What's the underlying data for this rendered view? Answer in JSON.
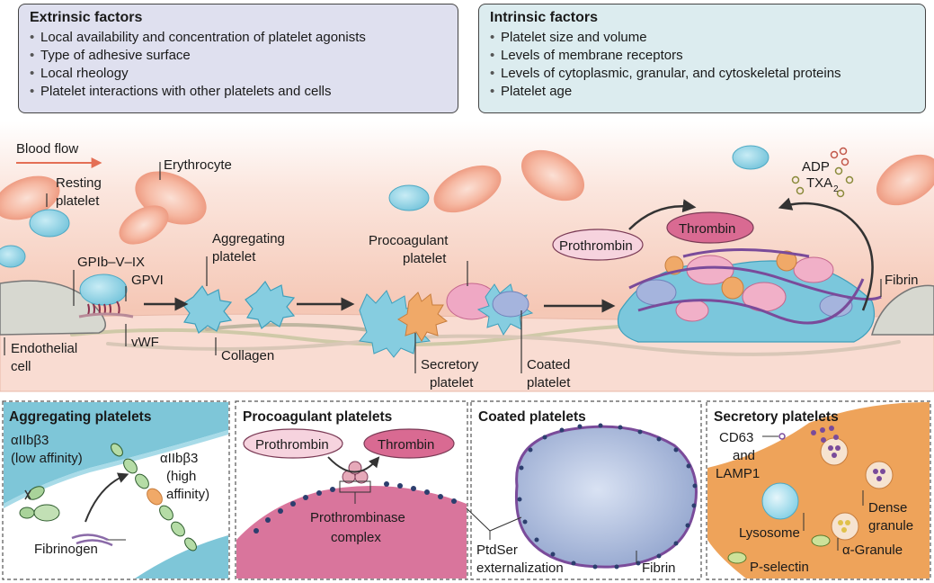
{
  "extrinsic": {
    "title": "Extrinsic factors",
    "items": [
      "Local availability and concentration of platelet agonists",
      "Type of adhesive surface",
      "Local rheology",
      "Platelet interactions with other platelets and cells"
    ]
  },
  "intrinsic": {
    "title": "Intrinsic factors",
    "items": [
      "Platelet size and volume",
      "Levels of membrane receptors",
      "Levels of cytoplasmic, granular, and cytoskeletal proteins",
      "Platelet age"
    ]
  },
  "vessel": {
    "blood_flow": "Blood flow",
    "resting_1": "Resting",
    "resting_2": "platelet",
    "erythrocyte": "Erythrocyte",
    "gpib": "GPIb–V–IX",
    "gpvi": "GPVI",
    "aggregating_1": "Aggregating",
    "aggregating_2": "platelet",
    "procoag_1": "Procoagulant",
    "procoag_2": "platelet",
    "prothrombin": "Prothrombin",
    "thrombin": "Thrombin",
    "adp": "ADP",
    "txa": "TXA",
    "txa_sub": "2",
    "fibrin": "Fibrin",
    "endothelial_1": "Endothelial",
    "endothelial_2": "cell",
    "vwf": "vWF",
    "collagen": "Collagen",
    "secretory_1": "Secretory",
    "secretory_2": "platelet",
    "coated_1": "Coated",
    "coated_2": "platelet"
  },
  "panels": {
    "aggregating": {
      "title": "Aggregating platelets",
      "low_1": "αIIbβ3",
      "low_2": "(low affinity)",
      "high_1": "αIIbβ3",
      "high_2": "(high",
      "high_3": "affinity)",
      "fibrinogen": "Fibrinogen"
    },
    "procoagulant": {
      "title": "Procoagulant platelets",
      "prothrombin": "Prothrombin",
      "thrombin": "Thrombin",
      "complex_1": "Prothrombinase",
      "complex_2": "complex"
    },
    "coated": {
      "title": "Coated platelets",
      "ptdser_1": "PtdSer",
      "ptdser_2": "externalization",
      "fibrin": "Fibrin"
    },
    "secretory": {
      "title": "Secretory platelets",
      "cd63_1": "CD63",
      "cd63_2": "and",
      "cd63_3": "LAMP1",
      "dense_1": "Dense",
      "dense_2": "granule",
      "lysosome": "Lysosome",
      "alpha": "α-Granule",
      "pselectin": "P-selectin"
    }
  },
  "colors": {
    "extrinsic_box": "#dfe0ef",
    "intrinsic_box": "#dcecef",
    "platelet": "#8fd0e3",
    "erythrocyte": "#f1a48d",
    "thrombin": "#d96a92",
    "prothrombin": "#f6d3de",
    "secretory_bg": "#eea35a"
  }
}
